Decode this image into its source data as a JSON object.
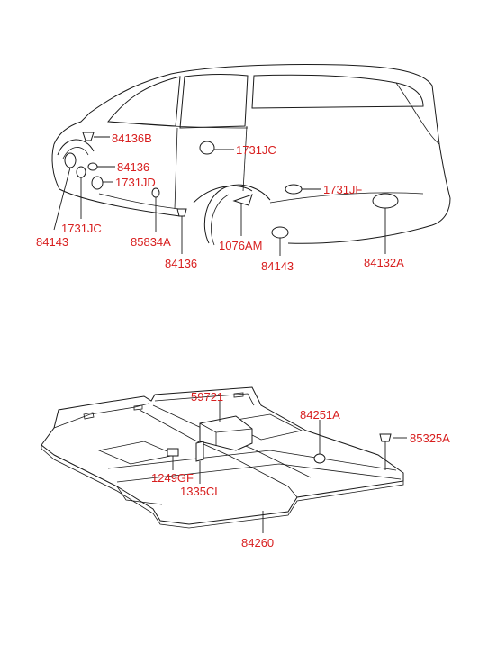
{
  "car_body": {
    "labels": {
      "plug_84136B": "84136B",
      "plug_1731JC_roof": "1731JC",
      "plug_84136": "84136",
      "plug_1731JD": "1731JD",
      "plug_1731JF": "1731JF",
      "pad_84143_front": "84143",
      "plug_1731JC_front": "1731JC",
      "plug_85834A": "85834A",
      "plug_84136_lower": "84136",
      "plug_1076AM": "1076AM",
      "pad_84143_rear": "84143",
      "plug_84132A": "84132A"
    }
  },
  "floor_mat": {
    "labels": {
      "part_59721": "59721",
      "part_84251A": "84251A",
      "part_85325A": "85325A",
      "part_1249GF": "1249GF",
      "part_1335CL": "1335CL",
      "part_84260": "84260"
    }
  },
  "colors": {
    "label": "#d81e1e",
    "line": "#1a1a1a",
    "background": "#ffffff"
  }
}
